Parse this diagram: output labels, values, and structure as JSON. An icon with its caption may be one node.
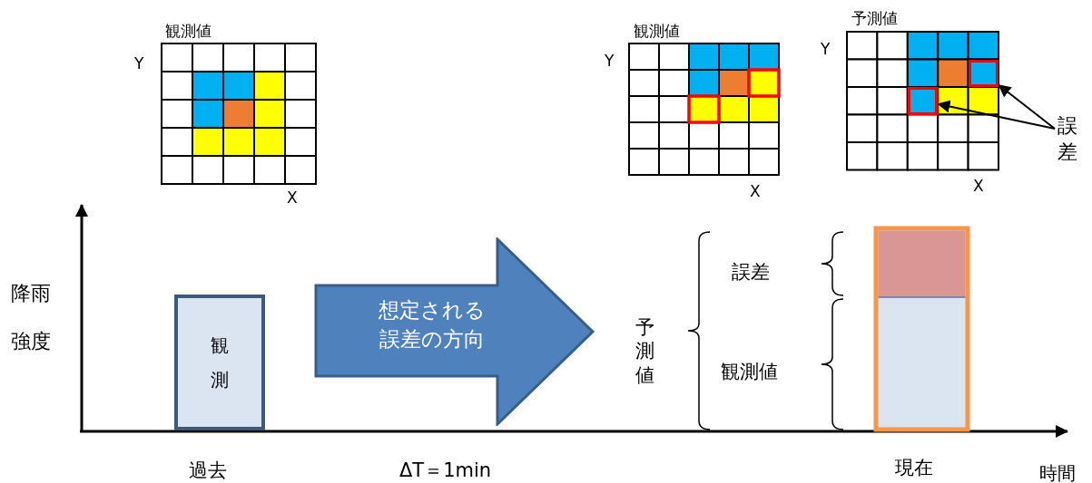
{
  "diagram": {
    "nodes": [
      {
        "text": [],
        "shape": "box"
      },
      {
        "text": [],
        "shape": "box"
      },
      {
        "text": [
          "誤差"
        ]
      },
      {
        "text": [
          "観測"
        ]
      },
      {
        "text": [
          "想定される誤差の方向"
        ]
      }
    ],
    "edges": [
      {
        "from": 2,
        "to": 0,
        "arrow": "to"
      },
      {
        "from": 2,
        "to": 1,
        "arrow": "to"
      }
    ],
    "labels": [
      "観測値",
      "Y",
      "X",
      "観測値",
      "Y",
      "X",
      "予測値",
      "Y",
      "X",
      "降雨強度",
      "予測値",
      "誤差",
      "観測値",
      "過去",
      "ΔT＝1min",
      "現在",
      "時間"
    ]
  }
}
